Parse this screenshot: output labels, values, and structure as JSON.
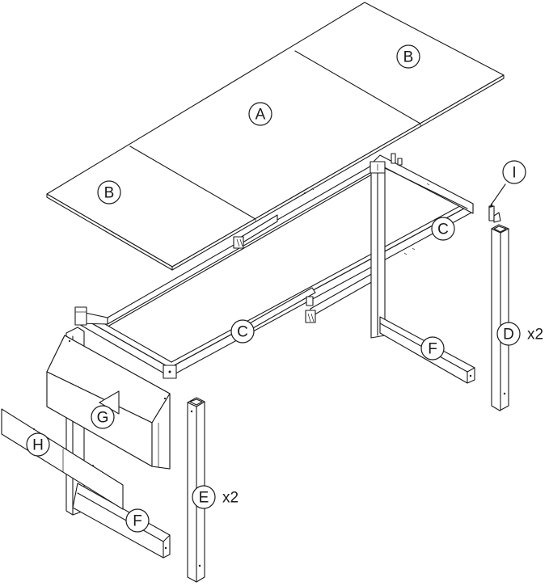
{
  "diagram": {
    "type": "exploded-assembly-drawing",
    "subject": "table with side basket",
    "colors": {
      "line": "#1a1a1a",
      "background": "#ffffff"
    },
    "parts": [
      {
        "id": "A",
        "label": "A",
        "description": "center tabletop panel"
      },
      {
        "id": "B1",
        "label": "B",
        "description": "left tabletop extension panel"
      },
      {
        "id": "B2",
        "label": "B",
        "description": "right tabletop extension panel"
      },
      {
        "id": "C1",
        "label": "C",
        "description": "long frame rail (front)"
      },
      {
        "id": "C2",
        "label": "C",
        "description": "frame end rail (right)"
      },
      {
        "id": "D",
        "label": "D",
        "quantity": "x2",
        "description": "leg post"
      },
      {
        "id": "E",
        "label": "E",
        "quantity": "x2",
        "description": "leg post"
      },
      {
        "id": "F1",
        "label": "F",
        "description": "foot rail (right)"
      },
      {
        "id": "F2",
        "label": "F",
        "description": "foot rail (left)"
      },
      {
        "id": "G",
        "label": "G",
        "description": "side basket / tray"
      },
      {
        "id": "H",
        "label": "H",
        "description": "front panel"
      },
      {
        "id": "I",
        "label": "I",
        "description": "connector bracket"
      }
    ],
    "callouts": {
      "A": "A",
      "B_left": "B",
      "B_right": "B",
      "C_front": "C",
      "C_right": "C",
      "D": "D",
      "D_qty": "x2",
      "E": "E",
      "E_qty": "x2",
      "F_right": "F",
      "F_left": "F",
      "G": "G",
      "H": "H",
      "I": "I"
    }
  }
}
